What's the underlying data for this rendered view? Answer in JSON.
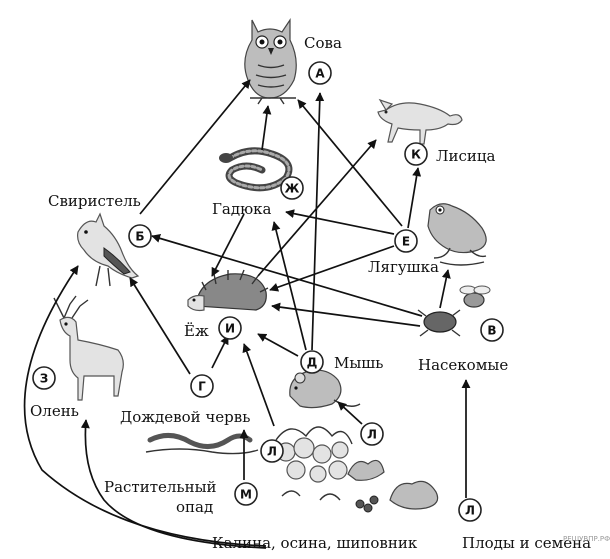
{
  "title": "Пищевая сеть",
  "labels": {
    "owl": "Сова",
    "fox": "Лисица",
    "viper": "Гадюка",
    "waxwing": "Свиристель",
    "frog": "Лягушка",
    "hedgehog": "Ёж",
    "mouse": "Мышь",
    "insects": "Насекомые",
    "deer": "Олень",
    "earthworm": "Дождевой червь",
    "litter_line1": "Растительный",
    "litter_line2": "опад",
    "plants": "Калина, осина, шиповник",
    "fruits": "Плоды и семена"
  },
  "markers": {
    "owl": "А",
    "waxwing": "Б",
    "insects": "В",
    "earthworm": "Г",
    "mouse": "Д",
    "frog": "Е",
    "viper": "Ж",
    "deer": "З",
    "hedgehog": "И",
    "fox": "К",
    "plants_1": "Л",
    "plants_2": "Л",
    "fruits": "Л",
    "litter": "М"
  },
  "watermark": "РЕШУВПР.РФ"
}
